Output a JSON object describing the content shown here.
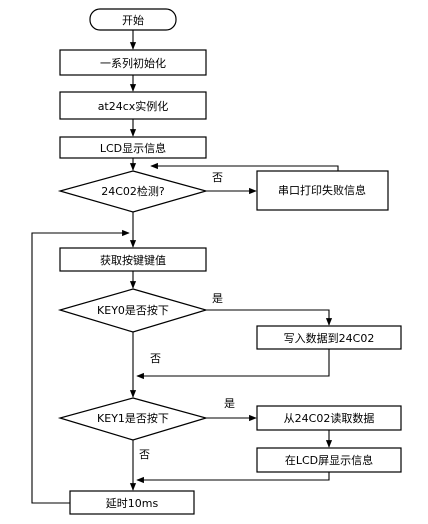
{
  "flowchart": {
    "start": "开始",
    "init": "一系列初始化",
    "at24cx_init": "at24cx实例化",
    "lcd_show": "LCD显示信息",
    "check_24c02": "24C02检测?",
    "check_no": "否",
    "serial_fail": "串口打印失败信息",
    "get_key": "获取按键键值",
    "key0_pressed": "KEY0是否按下",
    "key0_yes": "是",
    "key0_no": "否",
    "write_24c02": "写入数据到24C02",
    "key1_pressed": "KEY1是否按下",
    "key1_yes": "是",
    "key1_no": "否",
    "read_24c02": "从24C02读取数据",
    "lcd_display": "在LCD屏显示信息",
    "delay": "延时10ms"
  }
}
